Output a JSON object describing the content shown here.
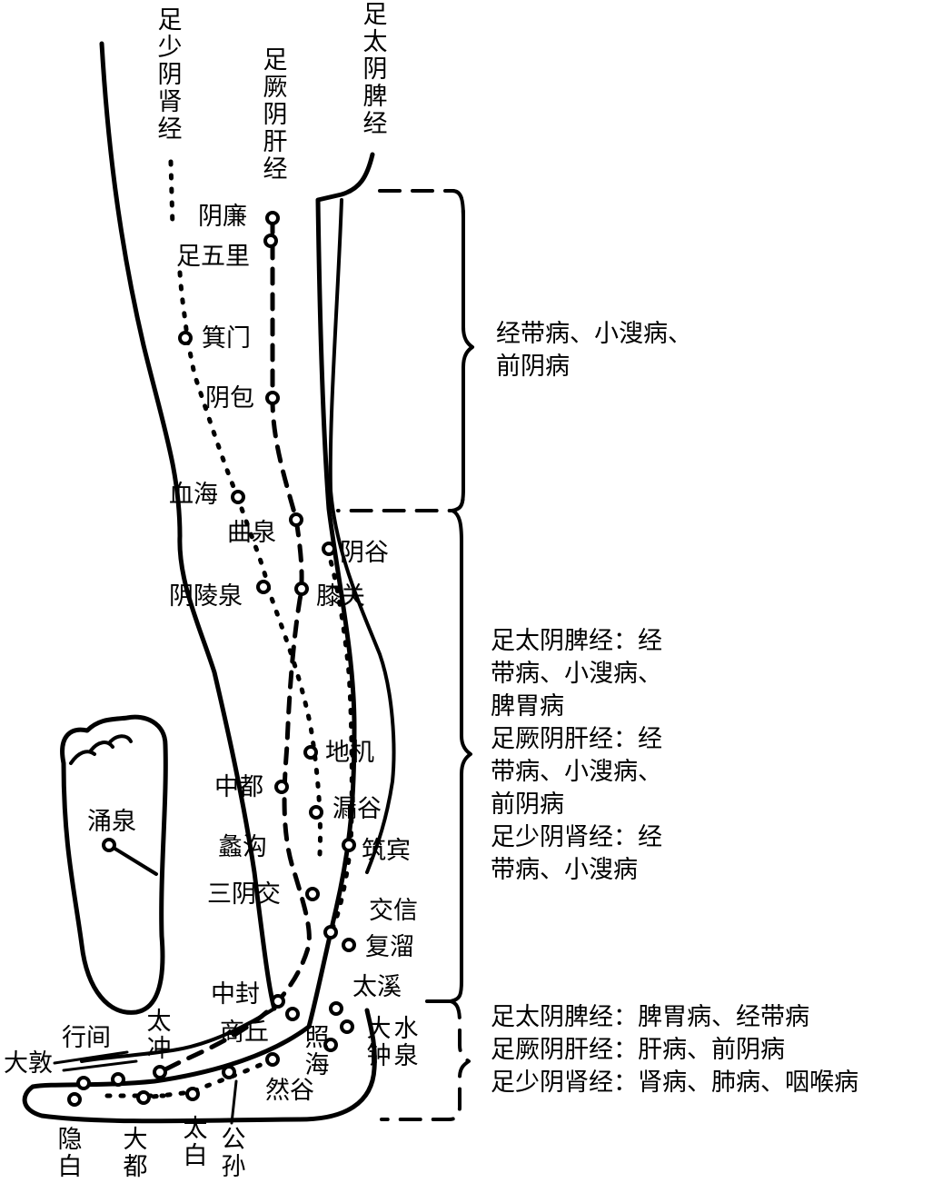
{
  "meridians": {
    "kidney": "足少阴肾经",
    "liver": "足厥阴肝经",
    "spleen": "足太阴脾经"
  },
  "points": {
    "yinlian": "阴廉",
    "zuwuli": "足五里",
    "jimen": "箕门",
    "yinbao": "阴包",
    "xuehai": "血海",
    "ququan": "曲泉",
    "yingu": "阴谷",
    "yinlingquan": "阴陵泉",
    "xiguan": "膝关",
    "diji": "地机",
    "zhongdu": "中都",
    "lougu": "漏谷",
    "ligou": "蠡沟",
    "zhubin": "筑宾",
    "sanyinjiao": "三阴交",
    "jiaoxin": "交信",
    "fuliu": "复溜",
    "taixi": "太溪",
    "zhongfeng": "中封",
    "shangqiu": "商丘",
    "taichong": "太冲",
    "xingjian": "行间",
    "dadun": "大敦",
    "zhaohai": "照海",
    "rangu": "然谷",
    "dazhong": "大钟",
    "shuiquan": "水泉",
    "yinbai": "隐白",
    "dadu": "大都",
    "taibai": "太白",
    "gongsun": "公孙",
    "yongquan": "涌泉"
  },
  "indications": {
    "thigh": "经带病、小溲病、\n前阴病",
    "shank": "足太阴脾经：经\n带病、小溲病、\n脾胃病\n足厥阴肝经：经\n带病、小溲病、\n前阴病\n足少阴肾经：经\n带病、小溲病",
    "foot": "足太阴脾经：脾胃病、经带病\n足厥阴肝经：肝病、前阴病\n足少阴肾经：肾病、肺病、咽喉病"
  }
}
